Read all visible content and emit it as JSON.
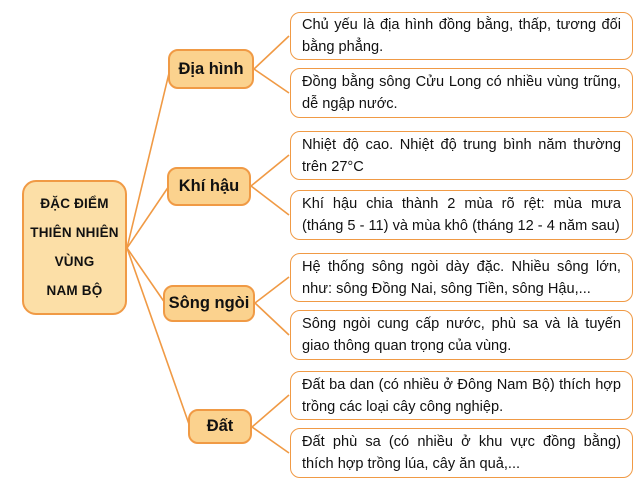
{
  "root": {
    "lines": [
      "ĐẶC ĐIỂM",
      "THIÊN NHIÊN",
      "VÙNG",
      "NAM BỘ"
    ]
  },
  "branches": [
    {
      "label": "Địa hình",
      "details": [
        {
          "lines": [
            "Chủ yếu là địa hình đồng bằng, thấp, tương đối",
            "bằng phẳng."
          ]
        },
        {
          "lines": [
            "Đồng bằng sông Cửu Long có nhiều vùng trũng,",
            "dễ ngập nước."
          ]
        }
      ]
    },
    {
      "label": "Khí hậu",
      "details": [
        {
          "lines": [
            "Nhiệt độ cao. Nhiệt độ trung bình năm thường",
            "trên 27°C"
          ]
        },
        {
          "lines": [
            "Khí hậu chia thành 2 mùa rõ rệt: mùa mưa",
            "(tháng 5 - 11) và mùa khô (tháng 12 - 4 năm sau)"
          ]
        }
      ]
    },
    {
      "label": "Sông ngòi",
      "details": [
        {
          "lines": [
            "Hệ thống sông ngòi dày đặc. Nhiều sông lớn,",
            "như: sông Đồng Nai, sông Tiền, sông Hậu,..."
          ]
        },
        {
          "lines": [
            "Sông ngòi cung cấp nước, phù sa và là tuyến",
            "giao thông quan trọng của vùng."
          ]
        }
      ]
    },
    {
      "label": "Đất",
      "details": [
        {
          "lines": [
            "Đất ba dan (có nhiều ở Đông Nam Bộ) thích hợp",
            "trồng các loại cây công nghiệp."
          ]
        },
        {
          "lines": [
            "Đất phù sa (có nhiều ở khu vực đồng bằng)",
            "thích hợp trồng lúa, cây ăn quả,..."
          ]
        }
      ]
    }
  ],
  "colors": {
    "accent_border": "#F09A45",
    "line": "#F09A45",
    "root_fill": "#FCDFA7",
    "category_fill": "#FBD28E",
    "detail_fill": "#FFFFFF",
    "text": "#111111"
  }
}
